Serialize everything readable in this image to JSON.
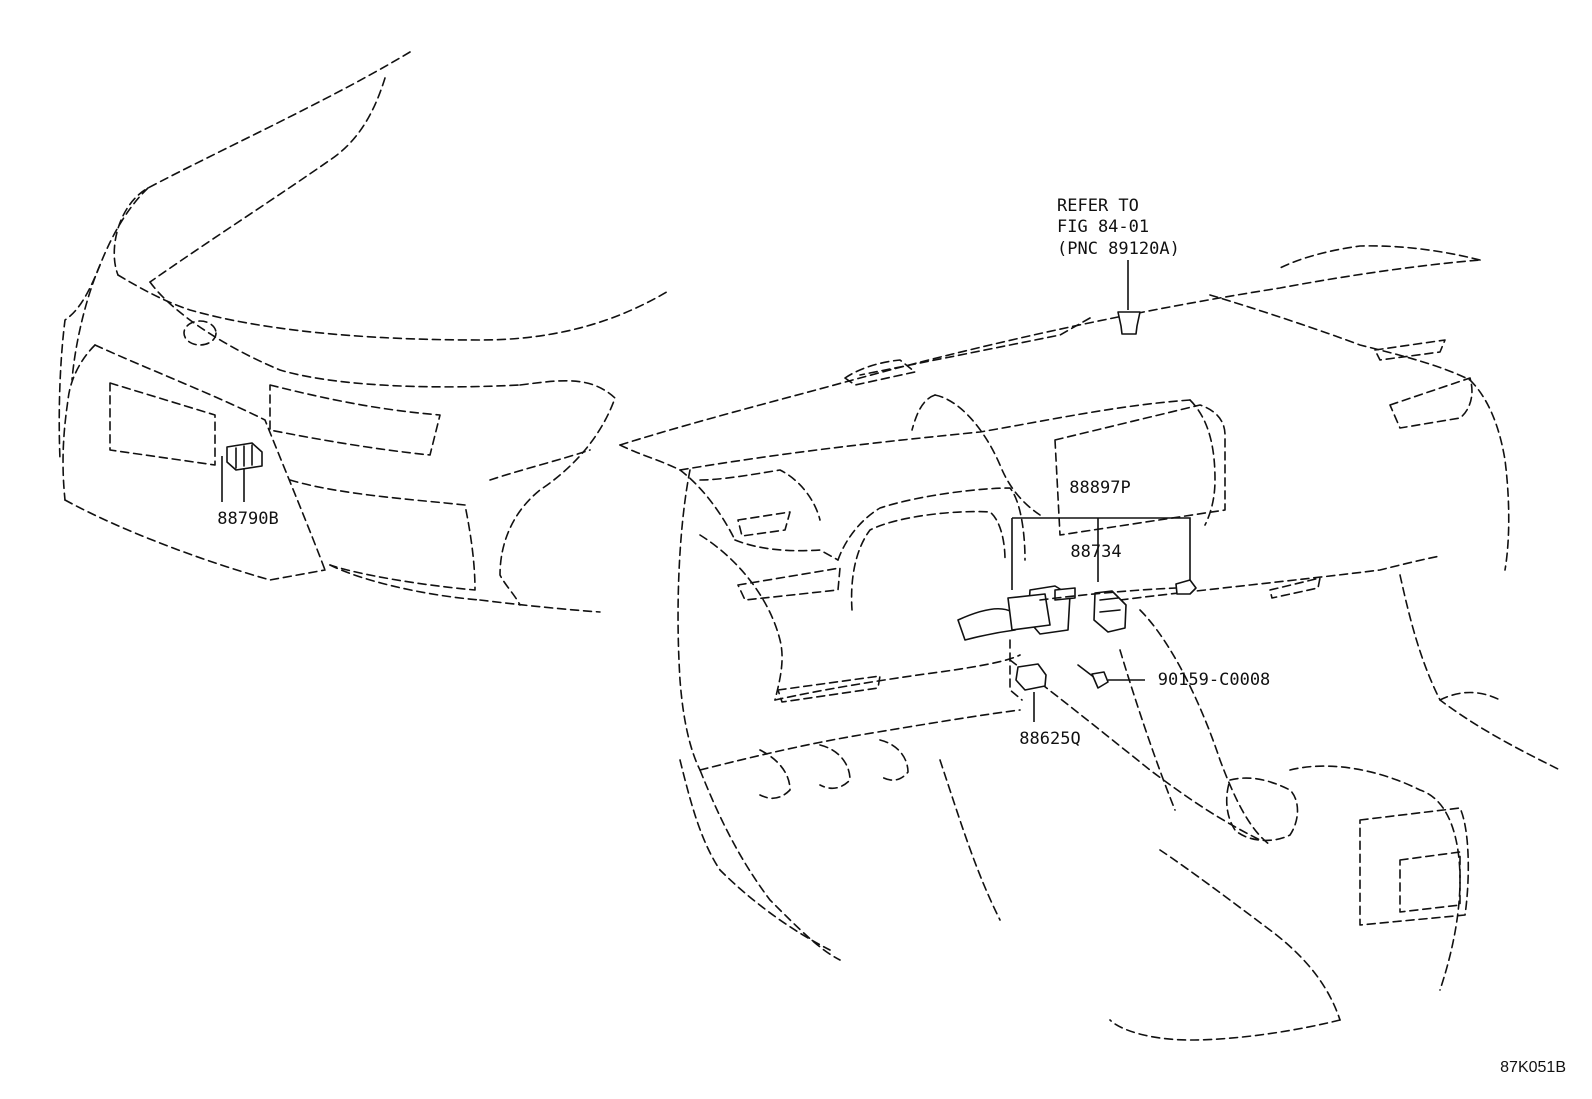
{
  "labels": {
    "refer_line1": "REFER TO",
    "refer_line2": "FIG 84-01",
    "refer_line3": "(PNC 89120A)",
    "p88790B": "88790B",
    "p88897P": "88897P",
    "p88734": "88734",
    "p90159": "90159-C0008",
    "p88625Q": "88625Q"
  },
  "figure_id": "87K051B"
}
